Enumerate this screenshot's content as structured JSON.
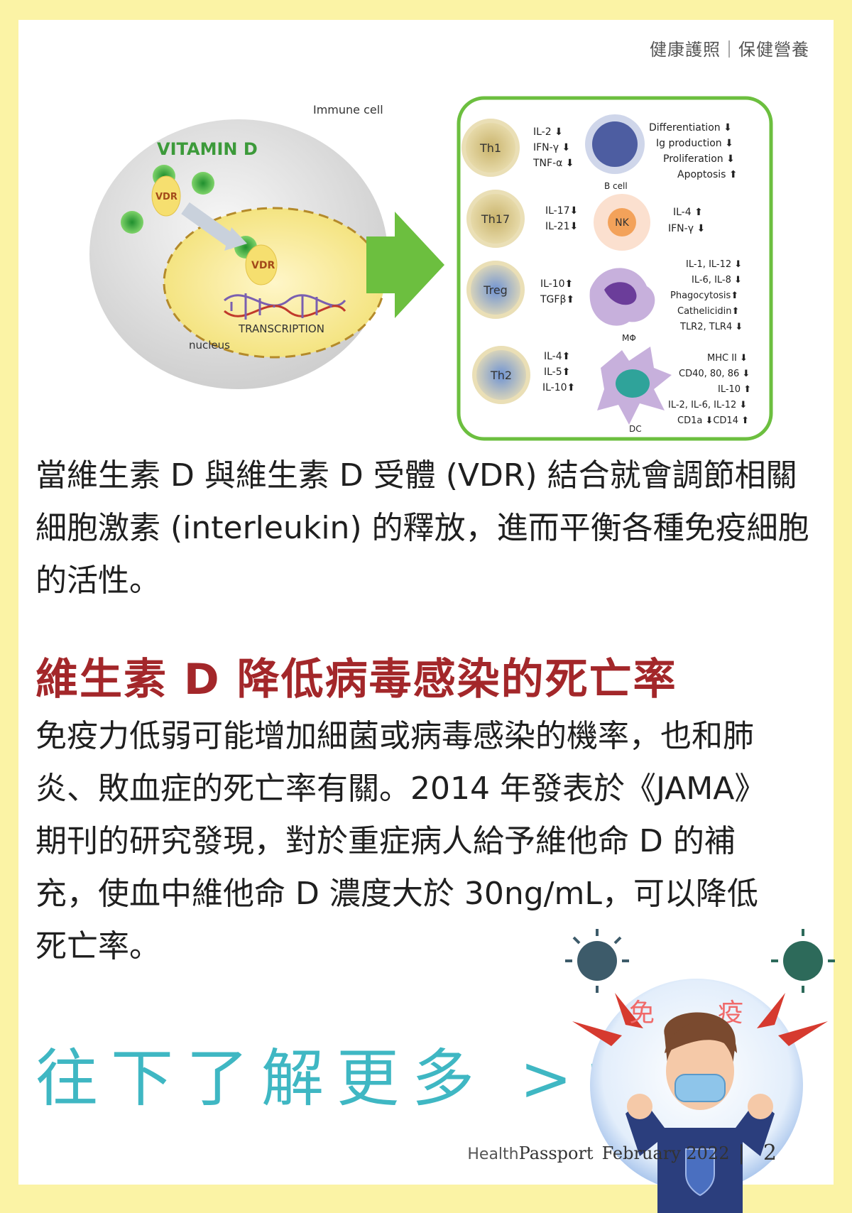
{
  "header": {
    "tag": "健康護照｜保健營養"
  },
  "figure": {
    "immune_cell_label": "Immune cell",
    "vitamin_d_label": "VITAMIN D",
    "vdr_label": "VDR",
    "vdr_label_2": "VDR",
    "transcription_label": "TRANSCRIPTION",
    "nucleus_label": "nucleus",
    "cells": [
      {
        "name": "Th1",
        "lines": [
          "IL-2 ⬇",
          "IFN-γ ⬇",
          "TNF-α ⬇"
        ]
      },
      {
        "name": "Th17",
        "lines": [
          "IL-17⬇",
          "IL-21⬇"
        ]
      },
      {
        "name": "Treg",
        "lines": [
          "IL-10⬆",
          "TGFβ⬆"
        ]
      },
      {
        "name": "Th2",
        "lines": [
          "IL-4⬆",
          "IL-5⬆",
          "IL-10⬆"
        ]
      }
    ],
    "bcell": {
      "name": "B cell",
      "lines": [
        "Differentiation ⬇",
        "Ig production ⬇",
        "Proliferation ⬇",
        "Apoptosis ⬆"
      ]
    },
    "nk": {
      "name": "NK",
      "lines": [
        "IL-4 ⬆",
        "IFN-γ ⬇"
      ]
    },
    "mphi": {
      "name": "MΦ",
      "lines": [
        "IL-1, IL-12 ⬇",
        "IL-6, IL-8 ⬇",
        "Phagocytosis⬆",
        "Cathelicidin⬆",
        "TLR2, TLR4 ⬇"
      ]
    },
    "dc": {
      "name": "DC",
      "lines": [
        "MHC II ⬇",
        "CD40, 80, 86 ⬇",
        "IL-10 ⬆",
        "IL-2, IL-6, IL-12 ⬇",
        "CD1a ⬇CD14 ⬆"
      ]
    }
  },
  "paragraph1": "當維生素 D 與維生素 D 受體 (VDR) 結合就會調節相關細胞激素 (interleukin) 的釋放，進而平衡各種免疫細胞的活性。",
  "section_title": "維生素 D 降低病毒感染的死亡率",
  "paragraph2": "免疫力低弱可能增加細菌或病毒感染的機率，也和肺炎、敗血症的死亡率有關。2014 年發表於《JAMA》期刊的研究發現，對於重症病人給予維他命 D 的補充，使血中維他命 D 濃度大於 30ng/mL，可以降低死亡率。",
  "cta": "往下了解更多 >>",
  "illustration": {
    "chars": [
      "免",
      "疫"
    ]
  },
  "footer": {
    "brand_a": "Health",
    "brand_b": "Passport",
    "date": "February 2022",
    "separator": "|",
    "page_number": "2"
  },
  "colors": {
    "accent_red": "#a3272a",
    "accent_teal": "#3fb7c3",
    "frame_green": "#6cbf3f",
    "page_bg": "#fbf3a5"
  }
}
